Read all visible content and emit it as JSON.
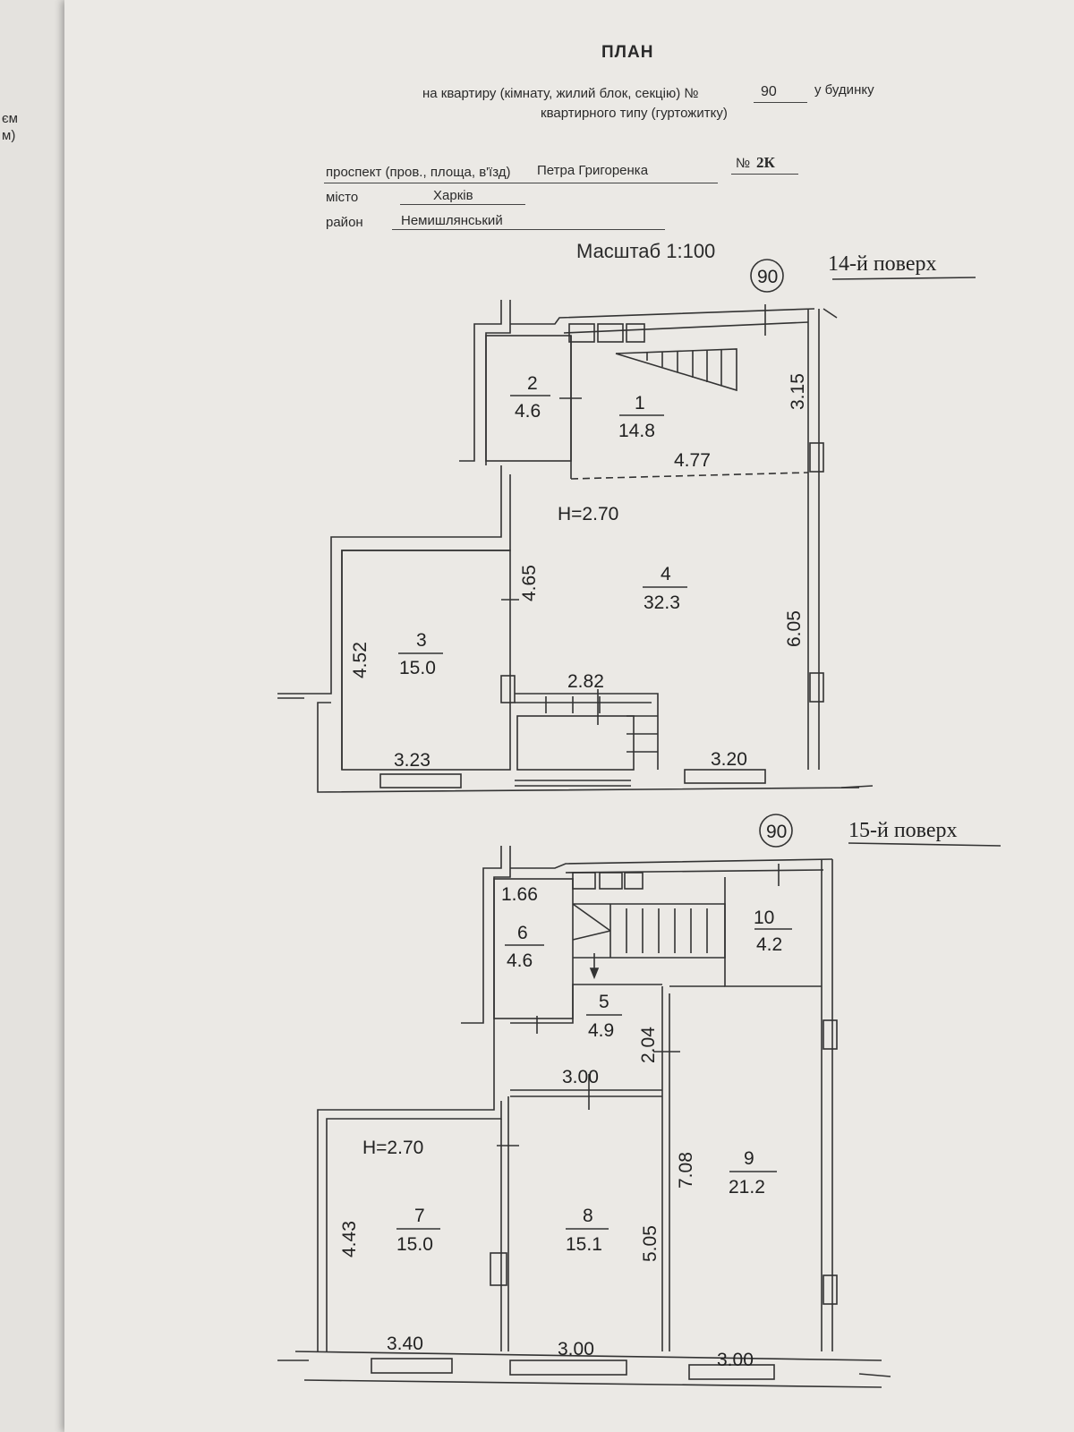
{
  "header": {
    "title": "ПЛАН",
    "line1_prefix": "на квартиру (кімнату, жилий блок, секцію) №",
    "apartment_no": "90",
    "line1_suffix": "у будинку",
    "line2": "квартирного типу (гуртожитку)"
  },
  "address": {
    "street_label": "проспект (пров., площа, в'їзд)",
    "street_value": "Петра Григоренка",
    "number_label": "№",
    "number_value": "2К",
    "city_label": "місто",
    "city_value": "Харків",
    "district_label": "район",
    "district_value": "Немишлянський"
  },
  "scale": "Масштаб 1:100",
  "left_fragments": [
    "єм",
    "м)"
  ],
  "floor14": {
    "title": "14-й поверх",
    "apartment_circle": "90",
    "height": "H=2.70",
    "rooms": [
      {
        "no": "1",
        "area": "14.8"
      },
      {
        "no": "2",
        "area": "4.6"
      },
      {
        "no": "3",
        "area": "15.0"
      },
      {
        "no": "4",
        "area": "32.3"
      }
    ],
    "dims": [
      "3.15",
      "4.77",
      "4.65",
      "6.05",
      "4.52",
      "2.82",
      "3.23",
      "3.20"
    ]
  },
  "floor15": {
    "title": "15-й поверх",
    "apartment_circle": "90",
    "height": "H=2.70",
    "rooms": [
      {
        "no": "5",
        "area": "4.9"
      },
      {
        "no": "6",
        "area": "4.6"
      },
      {
        "no": "7",
        "area": "15.0"
      },
      {
        "no": "8",
        "area": "15.1"
      },
      {
        "no": "9",
        "area": "21.2"
      },
      {
        "no": "10",
        "area": "4.2"
      }
    ],
    "dims": [
      "1.66",
      "2.04",
      "3.00",
      "7.08",
      "4.43",
      "5.05",
      "3.40",
      "3.00",
      "3.00"
    ]
  }
}
